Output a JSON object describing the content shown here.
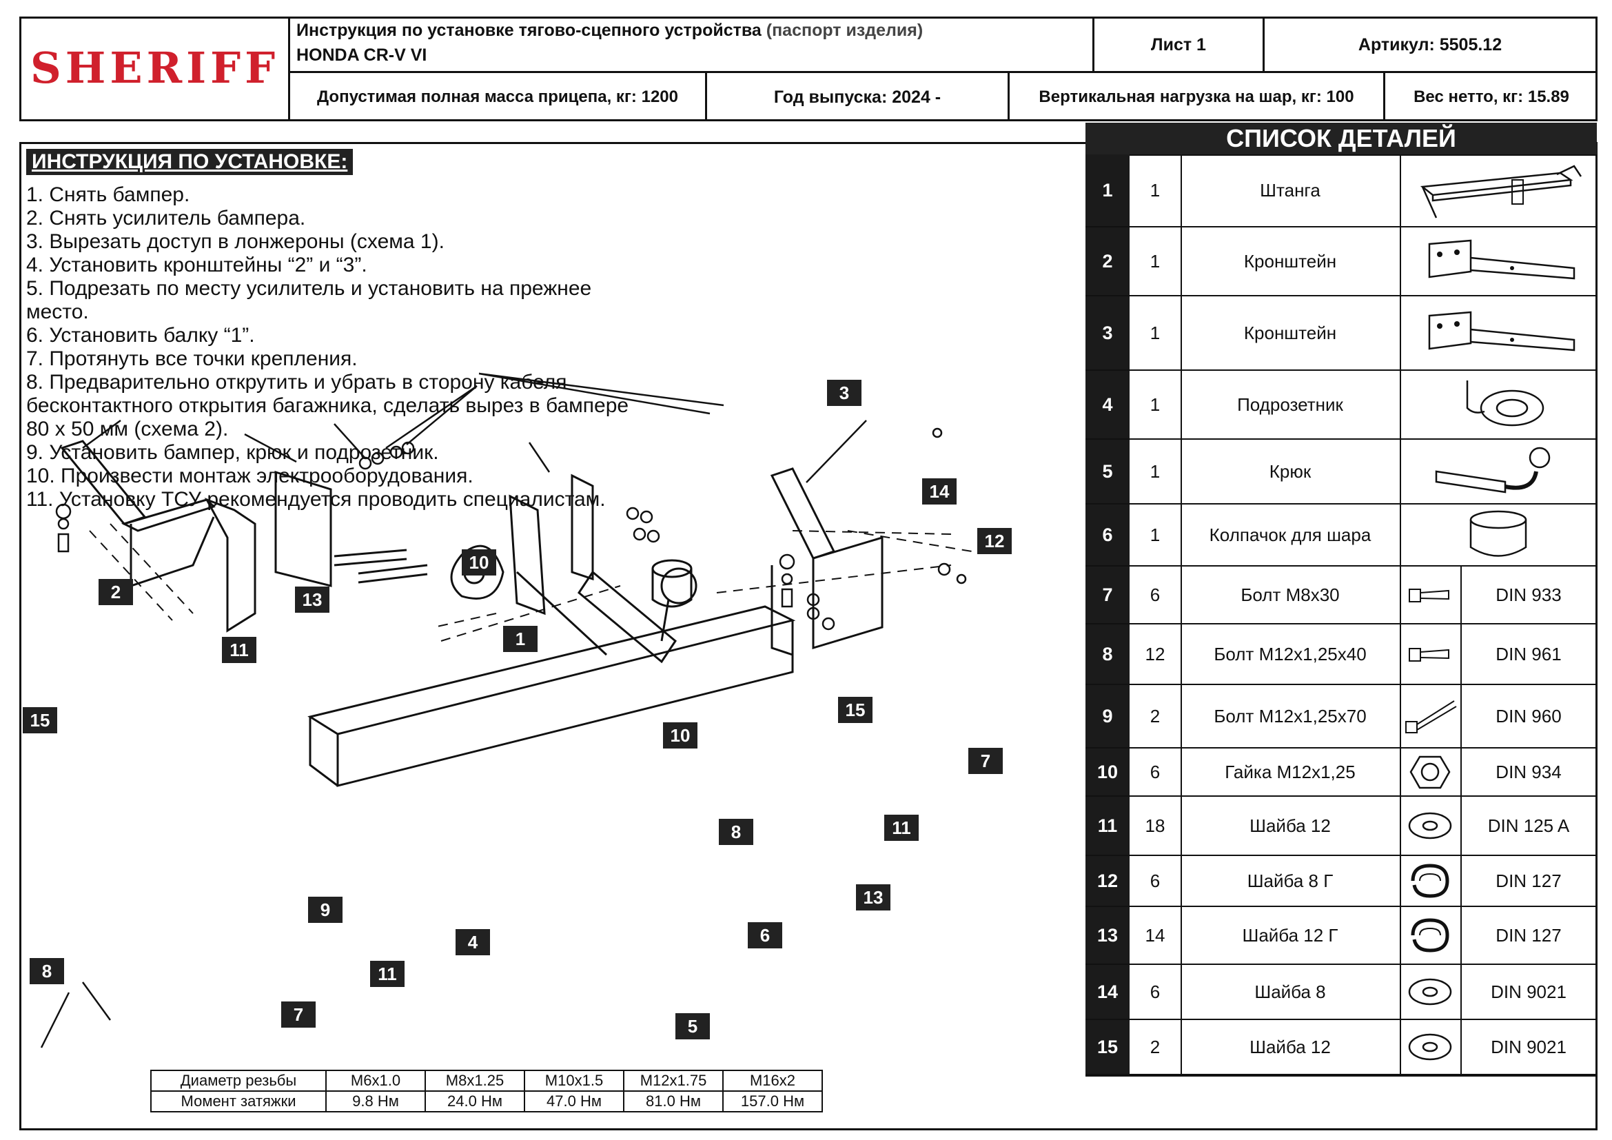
{
  "header": {
    "logo": "SHERIFF",
    "title_main": "Инструкция по установке тягово-сцепного устройства",
    "title_suffix": "(паспорт изделия)",
    "model": "HONDA CR-V VI",
    "sheet": "Лист 1",
    "article": "Артикул: 5505.12",
    "max_trailer": "Допустимая полная масса прицепа, кг: 1200",
    "year": "Год выпуска: 2024 -",
    "vertical_load": "Вертикальная нагрузка на шар, кг: 100",
    "net_weight": "Вес нетто, кг: 15.89"
  },
  "instructions": {
    "title": "ИНСТРУКЦИЯ ПО УСТАНОВКЕ:",
    "steps": [
      "1. Снять бампер.",
      "2. Снять усилитель бампера.",
      "3. Вырезать доступ в лонжероны (схема 1).",
      "4. Установить кронштейны “2” и “3”.",
      "5. Подрезать по месту усилитель и установить на прежнее",
      "место.",
      "6. Установить балку “1”.",
      "7. Протянуть все точки крепления.",
      "8. Предварительно открутить и убрать в сторону кабеля",
      "бесконтактного открытия багажника, сделать вырез в бампере",
      "80 х 50 мм (схема 2).",
      "9. Установить бампер, крюк и подрозетник.",
      "10. Произвести монтаж электрооборудования.",
      "11. Установку ТСУ рекомендуется проводить специалистам."
    ]
  },
  "diagram_callouts": [
    "1",
    "2",
    "3",
    "4",
    "5",
    "6",
    "7",
    "7",
    "8",
    "8",
    "9",
    "10",
    "10",
    "11",
    "11",
    "11",
    "12",
    "13",
    "13",
    "14",
    "15",
    "15"
  ],
  "parts": {
    "title": "СПИСОК ДЕТАЛЕЙ",
    "rows": [
      {
        "num": "1",
        "qty": "1",
        "name": "Штанга",
        "std": "",
        "icon": "bar-icon"
      },
      {
        "num": "2",
        "qty": "1",
        "name": "Кронштейн",
        "std": "",
        "icon": "bracket-icon"
      },
      {
        "num": "3",
        "qty": "1",
        "name": "Кронштейн",
        "std": "",
        "icon": "bracket-icon"
      },
      {
        "num": "4",
        "qty": "1",
        "name": "Подрозетник",
        "std": "",
        "icon": "socket-plate-icon"
      },
      {
        "num": "5",
        "qty": "1",
        "name": "Крюк",
        "std": "",
        "icon": "hook-icon"
      },
      {
        "num": "6",
        "qty": "1",
        "name": "Колпачок для шара",
        "std": "",
        "icon": "ball-cap-icon"
      },
      {
        "num": "7",
        "qty": "6",
        "name": "Болт М8х30",
        "std": "DIN 933",
        "icon": "bolt-icon"
      },
      {
        "num": "8",
        "qty": "12",
        "name": "Болт М12х1,25х40",
        "std": "DIN 961",
        "icon": "bolt-icon"
      },
      {
        "num": "9",
        "qty": "2",
        "name": "Болт М12х1,25х70",
        "std": "DIN 960",
        "icon": "long-bolt-icon"
      },
      {
        "num": "10",
        "qty": "6",
        "name": "Гайка М12х1,25",
        "std": "DIN 934",
        "icon": "nut-icon"
      },
      {
        "num": "11",
        "qty": "18",
        "name": "Шайба 12",
        "std": "DIN 125 A",
        "icon": "washer-icon"
      },
      {
        "num": "12",
        "qty": "6",
        "name": "Шайба 8 Г",
        "std": "DIN 127",
        "icon": "spring-washer-icon"
      },
      {
        "num": "13",
        "qty": "14",
        "name": "Шайба 12 Г",
        "std": "DIN 127",
        "icon": "spring-washer-icon"
      },
      {
        "num": "14",
        "qty": "6",
        "name": "Шайба 8",
        "std": "DIN 9021",
        "icon": "washer-icon"
      },
      {
        "num": "15",
        "qty": "2",
        "name": "Шайба 12",
        "std": "DIN 9021",
        "icon": "washer-icon"
      }
    ]
  },
  "torque": {
    "row1_label": "Диаметр резьбы",
    "row2_label": "Момент затяжки",
    "threads": [
      "M6x1.0",
      "M8x1.25",
      "M10x1.5",
      "M12x1.75",
      "M16x2"
    ],
    "values": [
      "9.8 Нм",
      "24.0 Нм",
      "47.0 Нм",
      "81.0 Нм",
      "157.0 Нм"
    ]
  }
}
